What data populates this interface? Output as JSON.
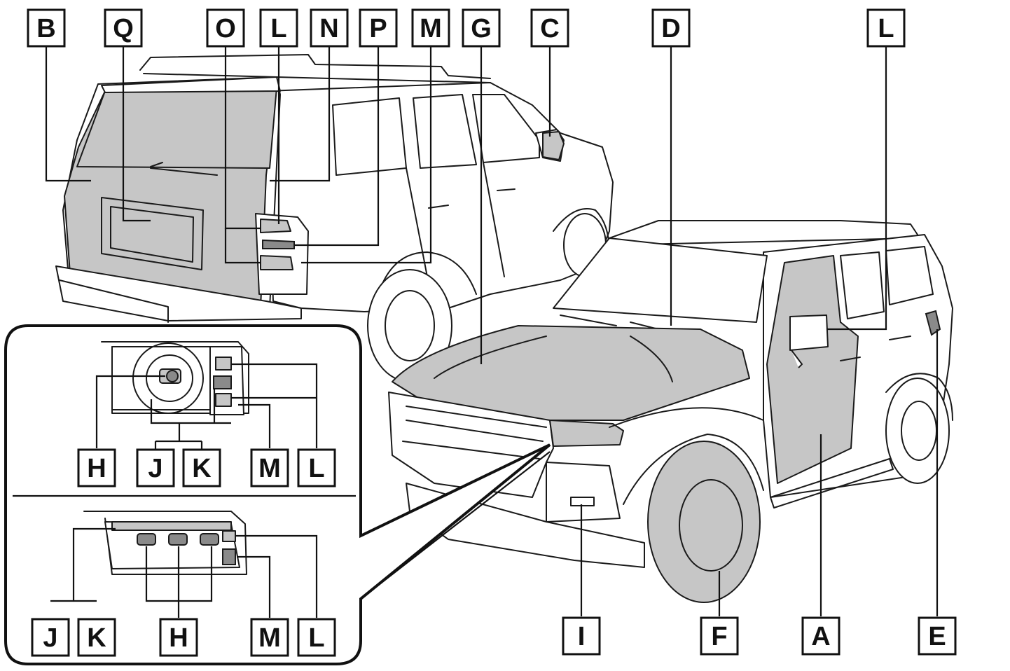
{
  "callouts": [
    {
      "id": "B",
      "label": "B"
    },
    {
      "id": "Q",
      "label": "Q"
    },
    {
      "id": "O",
      "label": "O"
    },
    {
      "id": "L1",
      "label": "L"
    },
    {
      "id": "N",
      "label": "N"
    },
    {
      "id": "P",
      "label": "P"
    },
    {
      "id": "M1",
      "label": "M"
    },
    {
      "id": "G",
      "label": "G"
    },
    {
      "id": "C",
      "label": "C"
    },
    {
      "id": "D",
      "label": "D"
    },
    {
      "id": "L2",
      "label": "L"
    },
    {
      "id": "H1",
      "label": "H"
    },
    {
      "id": "J1",
      "label": "J"
    },
    {
      "id": "K1",
      "label": "K"
    },
    {
      "id": "M2",
      "label": "M"
    },
    {
      "id": "L3",
      "label": "L"
    },
    {
      "id": "J2",
      "label": "J"
    },
    {
      "id": "K2",
      "label": "K"
    },
    {
      "id": "H2",
      "label": "H"
    },
    {
      "id": "M3",
      "label": "M"
    },
    {
      "id": "L4",
      "label": "L"
    },
    {
      "id": "I",
      "label": "I"
    },
    {
      "id": "F",
      "label": "F"
    },
    {
      "id": "A",
      "label": "A"
    },
    {
      "id": "E",
      "label": "E"
    }
  ],
  "colors": {
    "highlight": "#c6c6c6",
    "outline": "#1a1a1a",
    "background": "#ffffff"
  }
}
